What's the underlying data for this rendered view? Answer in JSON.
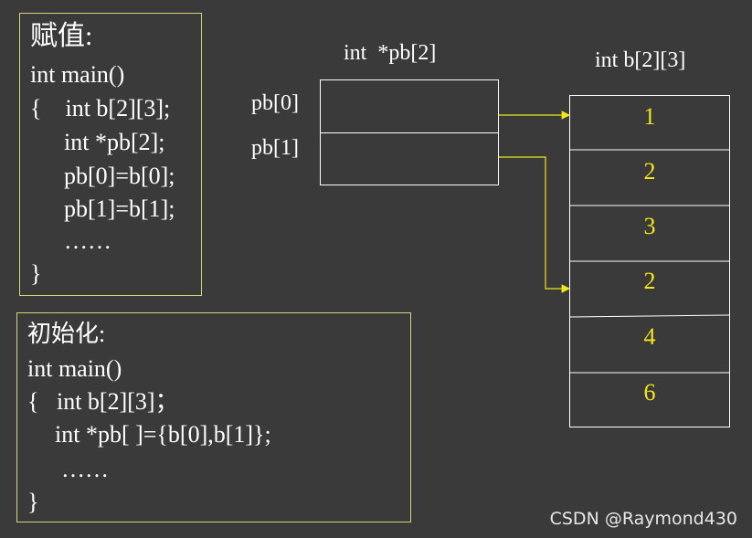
{
  "assign_box": {
    "lines": [
      "赋值:",
      "int main()",
      "{    int b[2][3];",
      "int *pb[2];",
      "pb[0]=b[0];",
      "pb[1]=b[1];",
      "……",
      "}"
    ]
  },
  "init_box": {
    "lines": [
      "初始化:",
      "int main()",
      "{   int b[2][3]；",
      "int *pb[ ]={b[0],b[1]};",
      "……",
      "}"
    ]
  },
  "pointer_array": {
    "label": "int  *pb[2]",
    "rows": [
      "pb[0]",
      "pb[1]"
    ]
  },
  "int_array": {
    "label": "int b[2][3]",
    "values": [
      "1",
      "2",
      "3",
      "2",
      "4",
      "6"
    ]
  },
  "colors": {
    "background": "#3a3a3a",
    "box_border": "#d8d27a",
    "value_text": "#f2e51a",
    "arrow": "#f2e51a"
  },
  "watermark": "CSDN @Raymond430"
}
